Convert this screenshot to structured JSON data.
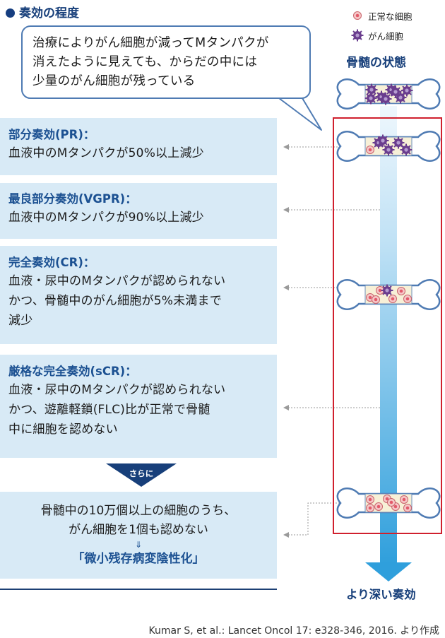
{
  "section_title": "奏効の程度",
  "bubble_lines": [
    "治療によりがん細胞が減ってMタンパクが",
    "消えたように見えても、からだの中には",
    "少量のがん細胞が残っている"
  ],
  "legend": {
    "normal": "正常な細胞",
    "cancer": "がん細胞"
  },
  "bone_title": "骨髄の状態",
  "levels": [
    {
      "head": "部分奏効(PR)：",
      "lines": [
        "血液中のMタンパクが50%以上減少"
      ]
    },
    {
      "head": "最良部分奏効(VGPR)：",
      "lines": [
        "血液中のMタンパクが90%以上減少"
      ]
    },
    {
      "head": "完全奏効(CR)：",
      "lines": [
        "血液・尿中のMタンパクが認められない",
        "かつ、骨髄中のがん細胞が5%未満まで",
        "減少"
      ]
    },
    {
      "head": "厳格な完全奏効(sCR)：",
      "lines": [
        "血液・尿中のMタンパクが認められない",
        "かつ、遊離軽鎖(FLC)比が正常で骨髄",
        "中に細胞を認めない"
      ]
    }
  ],
  "sarani": "さらに",
  "final": {
    "lines": [
      "骨髄中の10万個以上の細胞のうち、",
      "がん細胞を1個も認めない"
    ],
    "arrow": "⇓",
    "result": "「微小残存病変陰性化」"
  },
  "deeper_label": "より深い奏効",
  "source": "Kumar S, et al.: Lancet Oncol 17: e328-346, 2016. より作成",
  "colors": {
    "panel": "#d8eaf6",
    "navy": "#173f7a",
    "heading": "#1c5192",
    "red_frame": "#d0202e",
    "cancer": "#6a3d8e",
    "normal_fill": "#f6c8c8",
    "normal_nucleus": "#e25a6a"
  }
}
